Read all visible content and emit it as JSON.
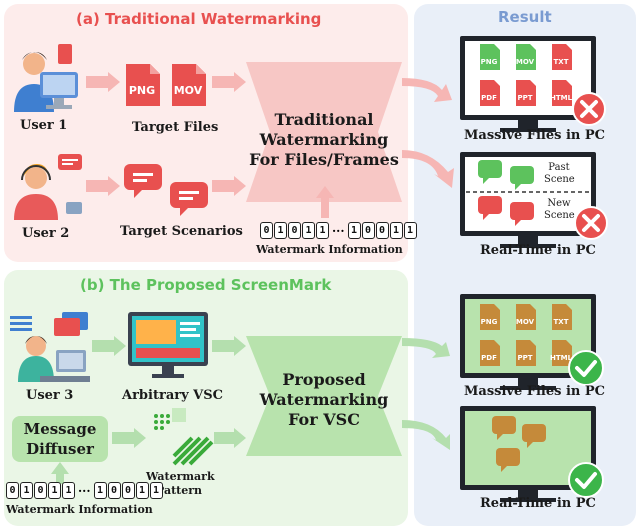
{
  "top": {
    "title": "(a) Traditional Watermarking",
    "user1": "User 1",
    "user2": "User 2",
    "file_badges": [
      "PNG",
      "MOV"
    ],
    "target_files": "Target Files",
    "target_scenarios": "Target Scenarios",
    "center_lines": [
      "Traditional",
      "Watermarking",
      "For Files/Frames"
    ],
    "watermark_info": "Watermark Information",
    "bits_left": [
      "0",
      "1",
      "0",
      "1",
      "1"
    ],
    "bits_ellipsis": "···",
    "bits_right": [
      "1",
      "0",
      "0",
      "1",
      "1"
    ]
  },
  "result": {
    "title": "Result",
    "file_badges": [
      "PNG",
      "MOV",
      "TXT",
      "PDF",
      "PPT",
      "HTML"
    ],
    "massive_files": "Massive Files in PC",
    "real_time": "Real-Time in PC",
    "past_scene_lines": [
      "Past",
      "Scene"
    ],
    "new_scene_lines": [
      "New",
      "Scene"
    ]
  },
  "bottom": {
    "title": "(b) The Proposed ScreenMark",
    "user3": "User 3",
    "arbitrary_vsc": "Arbitrary VSC",
    "diffuser_lines": [
      "Message",
      "Diffuser"
    ],
    "pattern_lines": [
      "Watermark",
      "Pattern"
    ],
    "center_lines": [
      "Proposed",
      "Watermarking",
      "For VSC"
    ],
    "watermark_info": "Watermark Information",
    "bits_left": [
      "0",
      "1",
      "0",
      "1",
      "1"
    ],
    "bits_ellipsis": "···",
    "bits_right": [
      "1",
      "0",
      "0",
      "1",
      "1"
    ],
    "file_badges": [
      "PNG",
      "MOV",
      "TXT",
      "PDF",
      "PPT",
      "HTML"
    ],
    "massive_files": "Massive Files in PC",
    "real_time": "Real-Time in PC"
  },
  "colors": {
    "red_accent": "#e8504f",
    "green_accent": "#5dc25d",
    "top_panel_bg": "#fdeceb",
    "bottom_panel_bg": "#eaf6e6",
    "result_panel_bg": "#e9eff8"
  }
}
